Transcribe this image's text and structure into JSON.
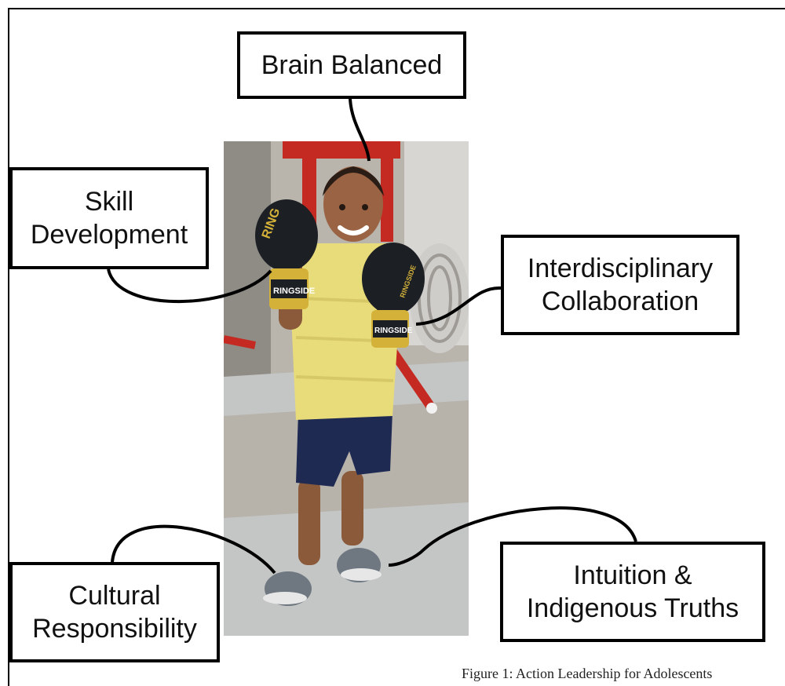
{
  "diagram": {
    "labels": {
      "brain_balanced": "Brain Balanced",
      "skill_development": "Skill\nDevelopment",
      "interdisciplinary_collaboration": "Interdisciplinary\nCollaboration",
      "cultural_responsibility": "Cultural\nResponsibility",
      "intuition_indigenous_truths": "Intuition &\nIndigenous Truths"
    },
    "caption": "Figure 1: Action Leadership for Adolescents"
  },
  "photo": {
    "glove_text_left_top": "RING",
    "glove_text_left_cuff": "RINGSIDE",
    "glove_text_right_top": "RINGSIDE",
    "glove_text_right_cuff": "RINGSIDE"
  },
  "colors": {
    "box_border": "#000000",
    "shirt": "#e8dc7a",
    "shorts": "#1f2a52",
    "glove": "#1c1f24",
    "glove_accent": "#d4b23a",
    "frame_red": "#c42a22"
  }
}
